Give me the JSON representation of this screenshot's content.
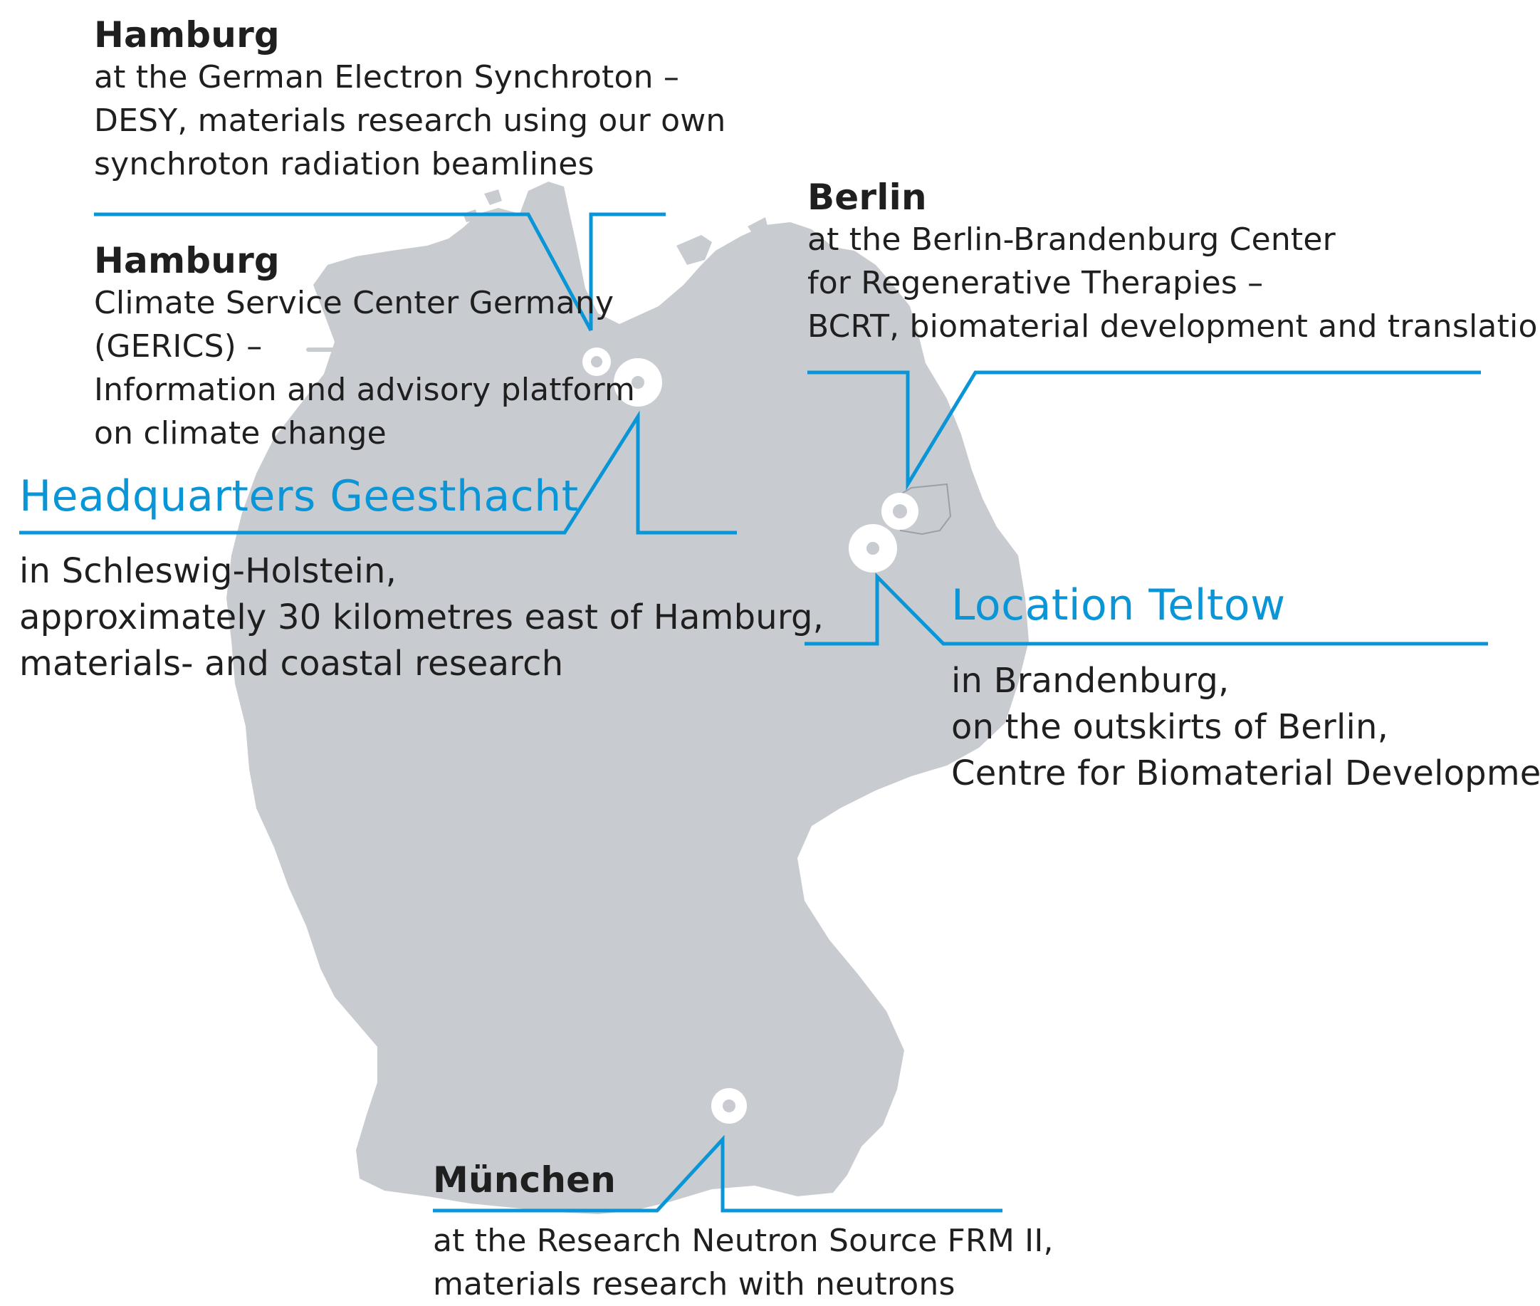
{
  "colors": {
    "map_fill": "#c8ccd1",
    "line": "#0a96d6",
    "text": "#1f1f1f",
    "accent_text": "#0a96d6",
    "marker": "#ffffff"
  },
  "map": {
    "country": "Germany",
    "markers": [
      {
        "name": "Hamburg (DESY / GERICS)"
      },
      {
        "name": "Geesthacht"
      },
      {
        "name": "Berlin"
      },
      {
        "name": "Teltow"
      },
      {
        "name": "München"
      }
    ]
  },
  "locations": {
    "hamburg_desy": {
      "title": "Hamburg",
      "lines": [
        "at the German Electron Synchroton –",
        "DESY, materials research using our own",
        "synchroton radiation beamlines"
      ]
    },
    "hamburg_gerics": {
      "title": "Hamburg",
      "lines": [
        "Climate Service Center Germany",
        "(GERICS) –",
        "Information and advisory platform",
        "on climate change"
      ]
    },
    "geesthacht": {
      "title": "Headquarters Geesthacht",
      "lines": [
        "in Schleswig-Holstein,",
        "approximately 30 kilometres east of Hamburg,",
        "materials- and coastal research"
      ]
    },
    "berlin": {
      "title": "Berlin",
      "lines": [
        "at the Berlin-Brandenburg Center",
        "for Regenerative Therapies –",
        "BCRT, biomaterial development and translation"
      ]
    },
    "teltow": {
      "title": "Location Teltow",
      "lines": [
        "in Brandenburg,",
        "on the outskirts of Berlin,",
        "Centre for Biomaterial Development"
      ]
    },
    "muenchen": {
      "title": "München",
      "lines": [
        "at the Research Neutron Source FRM II,",
        "materials research with neutrons"
      ]
    }
  }
}
